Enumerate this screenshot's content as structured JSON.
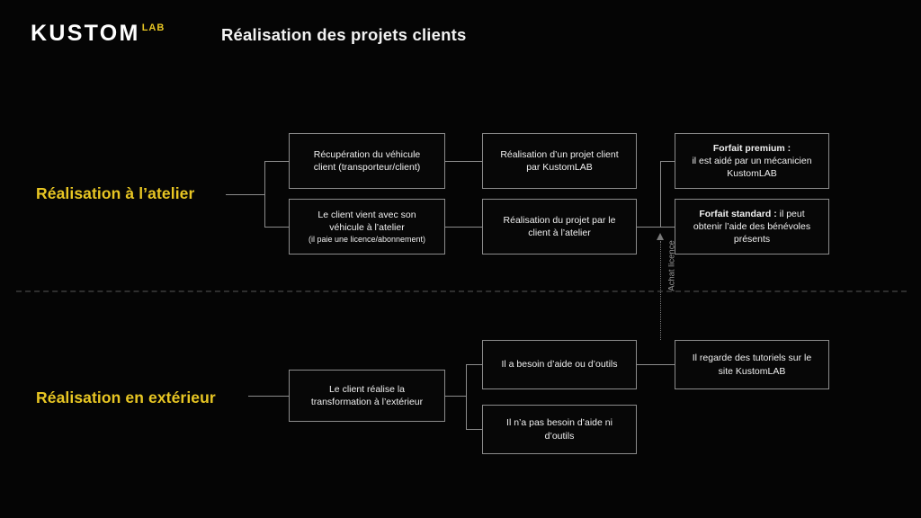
{
  "header": {
    "logo_main": "KUSTOM",
    "logo_sub": "LAB",
    "title": "Réalisation des projets clients",
    "accent_color": "#e8c623",
    "background_color": "#050505"
  },
  "sections": {
    "atelier_label": "Réalisation à l’atelier",
    "exterieur_label": "Réalisation en extérieur"
  },
  "annotations": {
    "achat_licence": "Achat licence"
  },
  "nodes": {
    "recuperation": {
      "line1": "Récupération du véhicule",
      "line2": "client (transporteur/client)"
    },
    "client_vient": {
      "line1": "Le client vient avec son",
      "line2": "véhicule à l’atelier",
      "line3": "(il paie une licence/abonnement)"
    },
    "projet_kustomlab": {
      "line1": "Réalisation d’un projet client",
      "line2": "par KustomLAB"
    },
    "projet_client": {
      "line1": "Réalisation du projet par le",
      "line2": "client à l’atelier"
    },
    "forfait_premium": {
      "line1": "Forfait premium :",
      "line2": "il est aidé par un mécanicien",
      "line3": "KustomLAB"
    },
    "forfait_standard": {
      "line1_bold": "Forfait standard :",
      "line1_rest": " il peut",
      "line2": "obtenir l’aide des bénévoles",
      "line3": "présents"
    },
    "client_exterieur": {
      "line1": "Le client réalise la",
      "line2": "transformation à l’extérieur"
    },
    "besoin_aide": {
      "line1": "Il a besoin d’aide ou d’outils"
    },
    "pas_besoin_aide": {
      "line1": "Il n’a pas besoin d’aide ni",
      "line2": "d’outils"
    },
    "tutoriels": {
      "line1": "Il regarde des tutoriels sur le",
      "line2": "site KustomLAB"
    }
  }
}
